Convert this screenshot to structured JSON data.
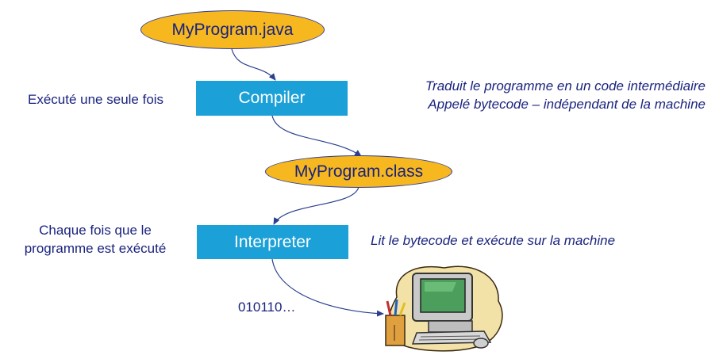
{
  "nodes": {
    "source_file": "MyProgram.java",
    "compiler": "Compiler",
    "class_file": "MyProgram.class",
    "interpreter": "Interpreter"
  },
  "notes": {
    "compile_once": "Exécuté une seule fois",
    "compile_desc_line1": "Traduit le programme en un code intermédiaire",
    "compile_desc_line2": "Appelé bytecode – indépendant de la machine",
    "interp_when_line1": "Chaque fois que le",
    "interp_when_line2": "programme est exécuté",
    "interp_desc": "Lit le bytecode et exécute sur la machine",
    "binary_output": "010110…"
  },
  "colors": {
    "ellipse_fill": "#f6b81e",
    "ellipse_stroke": "#2f3d9a",
    "box_fill": "#1ba0d8",
    "text": "#1a237e",
    "arrow": "#2a3f8f"
  },
  "icons": {
    "computer": "computer-clipart-icon"
  }
}
